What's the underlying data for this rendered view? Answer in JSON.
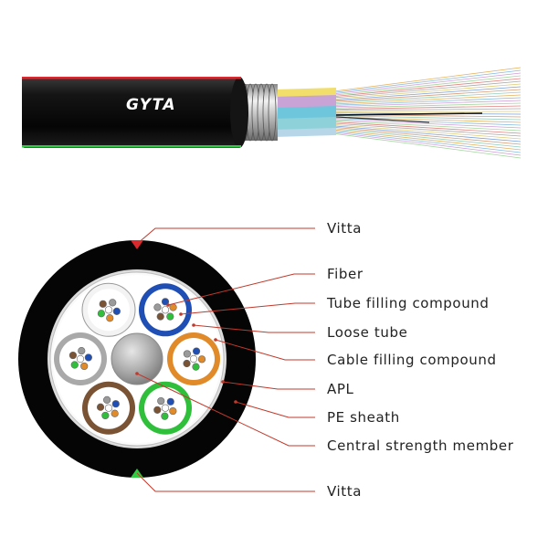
{
  "cable_marking": "GYTA",
  "labels": {
    "vitta_top": "Vitta",
    "fiber": "Fiber",
    "tube_filling_compound": "Tube filling compound",
    "loose_tube": "Loose tube",
    "cable_filling_compound": "Cable filling compound",
    "apl": "APL",
    "pe_sheath": "PE sheath",
    "central_strength_member": "Central strength member",
    "vitta_bottom": "Vitta"
  },
  "colors": {
    "sheath": "#0b0b0b",
    "leader_line": "#c0392b",
    "vitta_top": "#e0262d",
    "vitta_bottom": "#2ecc40",
    "tube_blue": "#1f4fb5",
    "tube_orange": "#e08a2a",
    "tube_green": "#2fbf3a",
    "tube_brown": "#7a5234",
    "tube_gray": "#a9a9a9",
    "tube_white": "#f3f3f3",
    "central_member": "#9e9e9e"
  },
  "fiber_colors": [
    "#1f4fb5",
    "#e08a2a",
    "#2fbf3a",
    "#7a5234",
    "#9a9a9a",
    "#ffffff"
  ]
}
